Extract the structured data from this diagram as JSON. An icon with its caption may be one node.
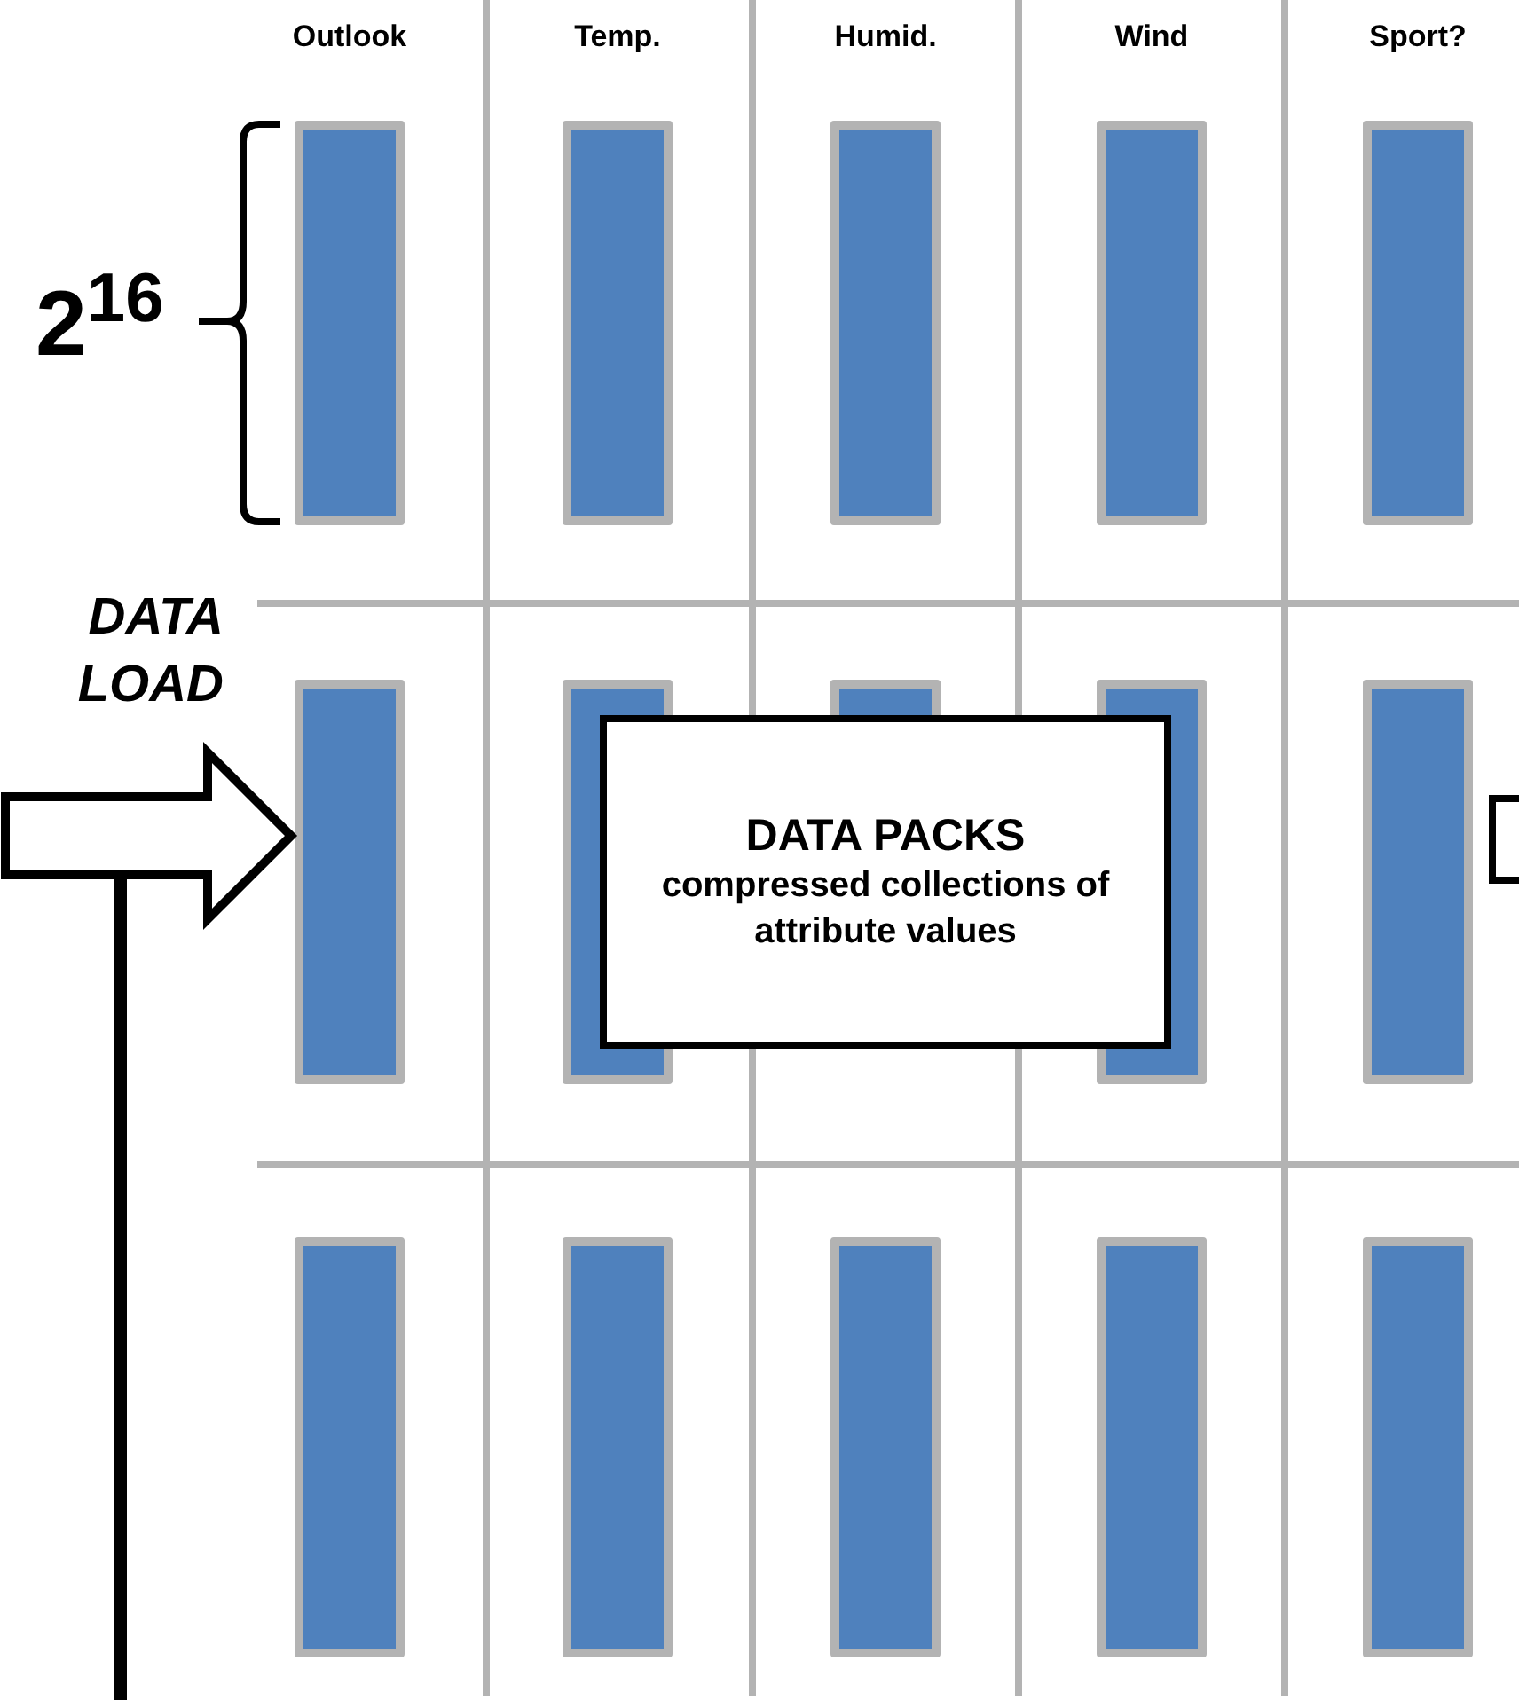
{
  "diagram": {
    "nodes": [
      {
        "text": [],
        "shape": "bar"
      },
      {
        "text": [],
        "shape": "bar"
      },
      {
        "text": [],
        "shape": "bar"
      },
      {
        "text": [],
        "shape": "bar"
      },
      {
        "text": [],
        "shape": "bar"
      },
      {
        "text": [],
        "shape": "bar"
      },
      {
        "text": [],
        "shape": "bar"
      },
      {
        "text": [],
        "shape": "bar"
      },
      {
        "text": [],
        "shape": "bar"
      },
      {
        "text": [],
        "shape": "bar"
      },
      {
        "text": [],
        "shape": "bar"
      },
      {
        "text": [],
        "shape": "bar"
      },
      {
        "text": [],
        "shape": "bar"
      },
      {
        "text": [],
        "shape": "bar"
      },
      {
        "text": [],
        "shape": "bar"
      },
      {
        "text": [
          "DATA PACKS",
          "compressed collections of attribute values"
        ]
      },
      {
        "text": [],
        "shape": "box"
      }
    ],
    "edges": [
      {
        "from": null,
        "to": 5,
        "arrow": "to",
        "style": "thick"
      }
    ],
    "labels": [
      "Outlook",
      "Temp.",
      "Humid.",
      "Wind",
      "Sport?",
      "2$^{16}$",
      "DATA LOAD"
    ]
  }
}
